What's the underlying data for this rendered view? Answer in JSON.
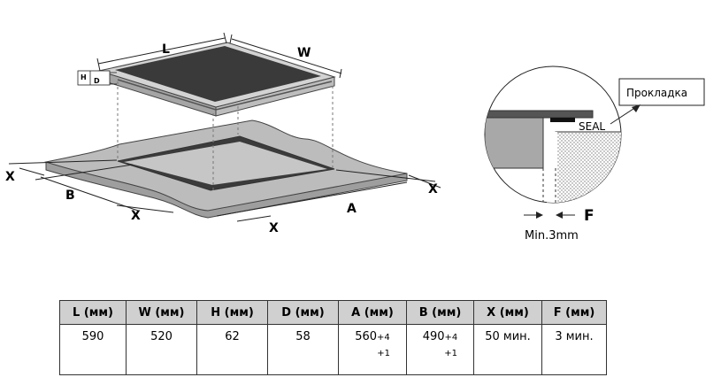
{
  "diagram": {
    "labels": {
      "L": "L",
      "W": "W",
      "H": "H",
      "D": "D",
      "X_left": "X",
      "X_right": "X",
      "X_front_left": "X",
      "X_front_right": "X",
      "A": "A",
      "B": "B"
    },
    "detail": {
      "callout": "Прокладка",
      "seal": "SEAL",
      "f_label": "F",
      "min_note": "Min.3mm"
    }
  },
  "table": {
    "headers": [
      "L (мм)",
      "W (мм)",
      "H (мм)",
      "D (мм)",
      "A (мм)",
      "B (мм)",
      "X (мм)",
      "F (мм)"
    ],
    "values": {
      "L": "590",
      "W": "520",
      "H": "62",
      "D": "58",
      "A_main": "560",
      "A_plus": "+4",
      "A_minus": "+1",
      "B_main": "490",
      "B_plus": "+4",
      "B_minus": "+1",
      "X": "50 мин.",
      "F": "3 мин."
    }
  },
  "colors": {
    "hob_glass": "#3a3a3a",
    "frame": "#c8c8c8",
    "countertop": "#b9b9b9",
    "table_header": "#d0d0d0"
  }
}
